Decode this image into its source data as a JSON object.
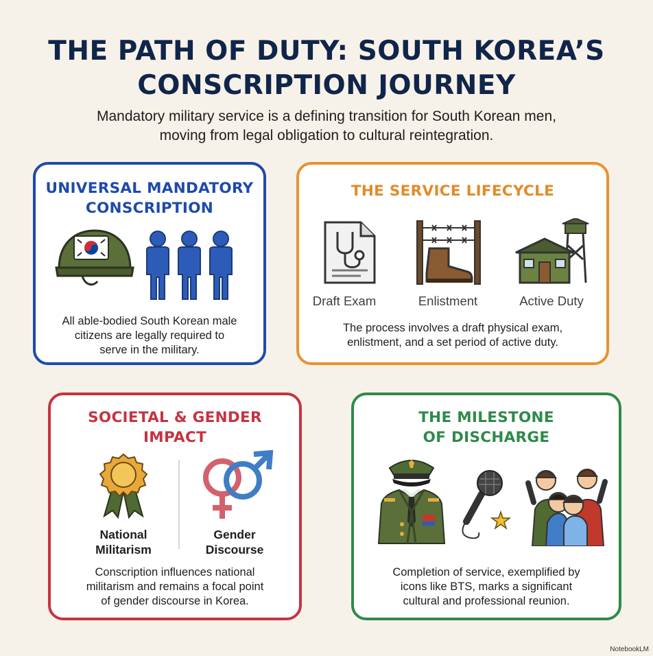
{
  "title": {
    "line1": "THE PATH OF DUTY: SOUTH KOREA’S",
    "line2": "CONSCRIPTION JOURNEY"
  },
  "subtitle": {
    "line1": "Mandatory military service is a defining transition for South Korean men,",
    "line2": "moving from legal obligation to cultural reintegration."
  },
  "cards": {
    "conscription": {
      "title_line1": "UNIVERSAL MANDATORY",
      "title_line2": "CONSCRIPTION",
      "text_line1": "All able-bodied South Korean male",
      "text_line2": "citizens are legally required to",
      "text_line3": "serve in the military.",
      "color": "#1f4aa8"
    },
    "lifecycle": {
      "title": "THE SERVICE LIFECYCLE",
      "labels": [
        "Draft Exam",
        "Enlistment",
        "Active Duty"
      ],
      "text_line1": "The process involves a draft physical exam,",
      "text_line2": "enlistment, and a set period of active duty.",
      "color": "#e8922e"
    },
    "societal": {
      "title_line1": "SOCIETAL & GENDER",
      "title_line2": "IMPACT",
      "label1_line1": "National",
      "label1_line2": "Militarism",
      "label2_line1": "Gender",
      "label2_line2": "Discourse",
      "text_line1": "Conscription influences national",
      "text_line2": "militarism and remains a focal point",
      "text_line3": "of gender discourse in Korea.",
      "color": "#c73341"
    },
    "discharge": {
      "title_line1": "THE MILESTONE",
      "title_line2": "OF DISCHARGE",
      "text_line1": "Completion of service, exemplified by",
      "text_line2": "icons like BTS, marks a significant",
      "text_line3": "cultural and professional reunion.",
      "color": "#2f8a4a"
    }
  },
  "icons": {
    "conscription": [
      "helmet-icon",
      "person-icon"
    ],
    "lifecycle": [
      "medical-document-icon",
      "boot-barbed-wire-icon",
      "barracks-icon"
    ],
    "societal": [
      "medal-icon",
      "gender-symbols-icon"
    ],
    "discharge": [
      "officer-uniform-icon",
      "microphone-icon",
      "crowd-icon"
    ]
  },
  "brand": "NotebookLM"
}
